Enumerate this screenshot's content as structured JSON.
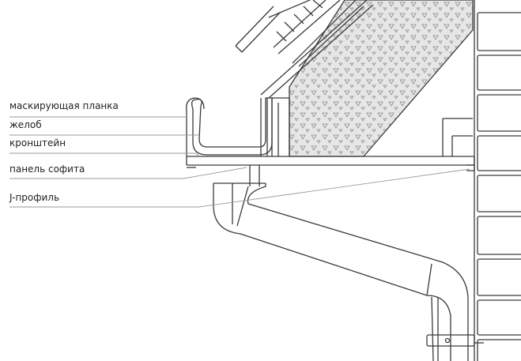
{
  "labels": {
    "masking_strip": "маскирующая планка",
    "gutter": "желоб",
    "bracket": "кронштейн",
    "soffit_panel": "панель софита",
    "j_profile": "J-профиль"
  },
  "colors": {
    "stroke": "#3a3a3a",
    "leader": "#9a9a9a",
    "insulation_fill": "#e6e6e6",
    "triangle_mark": "#8c8c8c",
    "background": "#ffffff"
  }
}
